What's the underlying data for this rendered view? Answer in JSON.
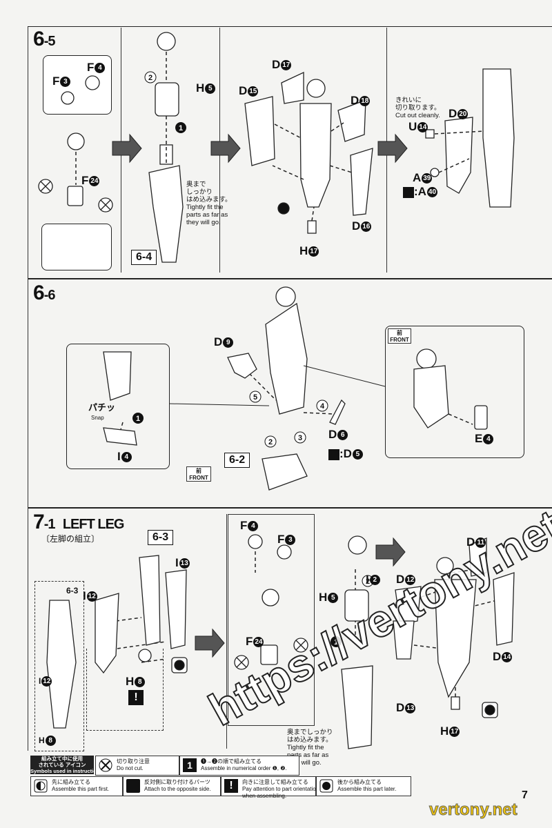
{
  "steps": {
    "s65": {
      "num": "6",
      "sub": "-5"
    },
    "s66": {
      "num": "6",
      "sub": "-6"
    },
    "s71": {
      "num": "7",
      "sub": "-1",
      "title": "LEFT LEG",
      "subtitle": "〔左脚の組立〕"
    }
  },
  "parts": {
    "f4": {
      "letter": "F",
      "n": "4"
    },
    "f3": {
      "letter": "F",
      "n": "3"
    },
    "f24": {
      "letter": "F",
      "n": "24"
    },
    "h5": {
      "letter": "H",
      "n": "5"
    },
    "h17": {
      "letter": "H",
      "n": "17"
    },
    "d17": {
      "letter": "D",
      "n": "17"
    },
    "d15": {
      "letter": "D",
      "n": "15"
    },
    "d18": {
      "letter": "D",
      "n": "18"
    },
    "d16": {
      "letter": "D",
      "n": "16"
    },
    "d20": {
      "letter": "D",
      "n": "20"
    },
    "u14": {
      "letter": "U",
      "n": "14"
    },
    "a39": {
      "letter": "A",
      "n": "39"
    },
    "a40": {
      "letter": ":A",
      "n": "40"
    },
    "d9": {
      "letter": "D",
      "n": "9"
    },
    "d6": {
      "letter": "D",
      "n": "6"
    },
    "d5": {
      "letter": ":D",
      "n": "5"
    },
    "i4": {
      "letter": "I",
      "n": "4"
    },
    "e4": {
      "letter": "E",
      "n": "4"
    },
    "i13": {
      "letter": "I",
      "n": "13"
    },
    "i12": {
      "letter": "I",
      "n": "12"
    },
    "h8": {
      "letter": "H",
      "n": "8"
    },
    "i12b": {
      "letter": "I",
      "n": "12"
    },
    "h8b": {
      "letter": "H",
      "n": "8"
    },
    "f4b": {
      "letter": "F",
      "n": "4"
    },
    "f3b": {
      "letter": "F",
      "n": "3"
    },
    "f24b": {
      "letter": "F",
      "n": "24"
    },
    "i2": {
      "letter": "I",
      "n": "2"
    },
    "h5b": {
      "letter": "H",
      "n": "5"
    },
    "d11": {
      "letter": "D",
      "n": "11"
    },
    "d12": {
      "letter": "D",
      "n": "12"
    },
    "d14": {
      "letter": "D",
      "n": "14"
    },
    "d13": {
      "letter": "D",
      "n": "13"
    },
    "h17b": {
      "letter": "H",
      "n": "17"
    }
  },
  "refs": {
    "r64": "6-4",
    "r62": "6-2",
    "r63": "6-3",
    "r63b": "6-3"
  },
  "notes": {
    "tight_jp": "奥まで\nしっかり\nはめ込みます。",
    "tight_en": "Tightly fit the\nparts as far as\nthey will go.",
    "cut_jp": "きれいに\n切り取ります。",
    "cut_en": "Cut out cleanly.",
    "snap_jp": "パチッ",
    "snap_en": "Snap",
    "front_jp": "前",
    "front_en": "FRONT",
    "tight2_jp": "奥までしっかり\nはめ込みます。",
    "tight2_en": "Tightly fit the\nparts as far as\nthey will go."
  },
  "legend": {
    "title": "組み立て中に使用\nされている アイコン\nSymbols used in instructions",
    "items": [
      {
        "jp": "切り取り注意",
        "en": "Do not cut."
      },
      {
        "jp": "❶→❷の順で組み立てる",
        "en": "Assemble in numerical order ❶, ❷."
      },
      {
        "jp": "先に組み立てる",
        "en": "Assemble this part first."
      },
      {
        "jp": "反対側に取り付けるパーツ",
        "en": "Attach to the opposite side."
      },
      {
        "jp": "向きに注意して組み立てる",
        "en": "Pay attention to part orientation\nwhen assembling."
      },
      {
        "jp": "後から組み立てる",
        "en": "Assemble this part later."
      }
    ]
  },
  "page_number": "7",
  "watermark": "https://vertony.net",
  "watermark2": "vertony.net"
}
